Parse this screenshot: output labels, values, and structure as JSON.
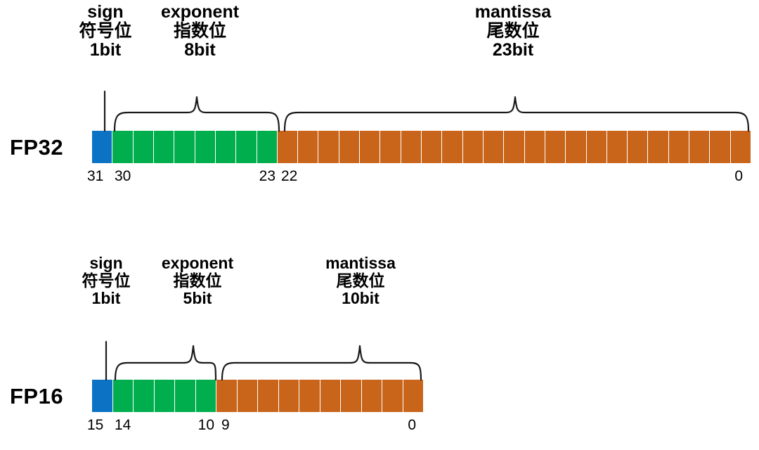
{
  "diagram": {
    "title_present": false,
    "colors": {
      "sign": "#0B72C4",
      "exponent": "#00AE4D",
      "mantissa": "#C8651A",
      "stroke": "#1a1a1a",
      "background": "#ffffff"
    }
  },
  "formats": [
    {
      "id": "fp32",
      "name": "FP32",
      "total_bits": 32,
      "fields": [
        {
          "id": "sign",
          "label_en": "sign",
          "label_zh": "符号位",
          "label_bits": "1bit",
          "bits": 1,
          "color": "#0B72C4",
          "msb": "31",
          "lsb": "31"
        },
        {
          "id": "exponent",
          "label_en": "exponent",
          "label_zh": "指数位",
          "label_bits": "8bit",
          "bits": 8,
          "color": "#00AE4D",
          "msb": "30",
          "lsb": "23"
        },
        {
          "id": "mantissa",
          "label_en": "mantissa",
          "label_zh": "尾数位",
          "label_bits": "23bit",
          "bits": 23,
          "color": "#C8651A",
          "msb": "22",
          "lsb": "0"
        }
      ],
      "bit_indices": [
        "31",
        "30",
        "23",
        "22",
        "0"
      ]
    },
    {
      "id": "fp16",
      "name": "FP16",
      "total_bits": 16,
      "fields": [
        {
          "id": "sign",
          "label_en": "sign",
          "label_zh": "符号位",
          "label_bits": "1bit",
          "bits": 1,
          "color": "#0B72C4",
          "msb": "15",
          "lsb": "15"
        },
        {
          "id": "exponent",
          "label_en": "exponent",
          "label_zh": "指数位",
          "label_bits": "5bit",
          "bits": 5,
          "color": "#00AE4D",
          "msb": "14",
          "lsb": "10"
        },
        {
          "id": "mantissa",
          "label_en": "mantissa",
          "label_zh": "尾数位",
          "label_bits": "10bit",
          "bits": 10,
          "color": "#C8651A",
          "msb": "9",
          "lsb": "0"
        }
      ],
      "bit_indices": [
        "15",
        "14",
        "10",
        "9",
        "0"
      ]
    }
  ]
}
